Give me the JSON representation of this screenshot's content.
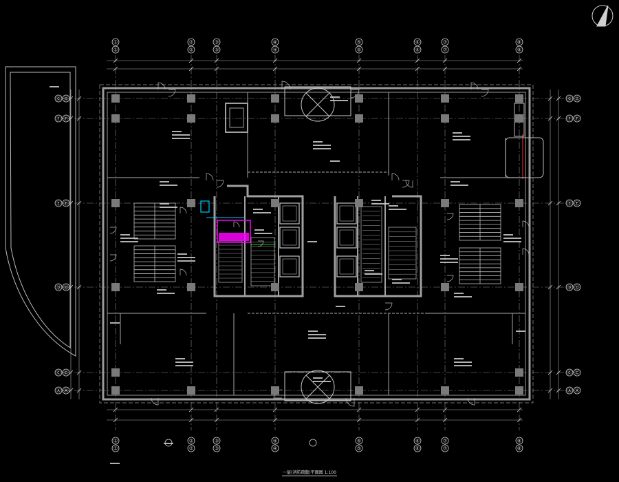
{
  "colors": {
    "background": "#000000",
    "line": "#c8c8c8",
    "wall": "#9a9a9a",
    "column": "#808080",
    "grid": "#bdbdbd",
    "highlight": "#ff00ff",
    "accent_cyan": "#00c8ff",
    "accent_red": "#ff3030",
    "accent_green": "#30ff30"
  },
  "grid_top": [
    "①",
    "②",
    "③",
    "④",
    "⑤",
    "⑥",
    "⑦",
    "⑧"
  ],
  "grid_side": [
    "Ⓖ",
    "Ⓕ",
    "Ⓔ",
    "Ⓓ",
    "Ⓒ",
    "Ⓑ",
    "Ⓐ"
  ],
  "drawing_title": "一层(消防疏散)平面图  1:100",
  "icons": {
    "north_arrow": "north-arrow-icon"
  }
}
